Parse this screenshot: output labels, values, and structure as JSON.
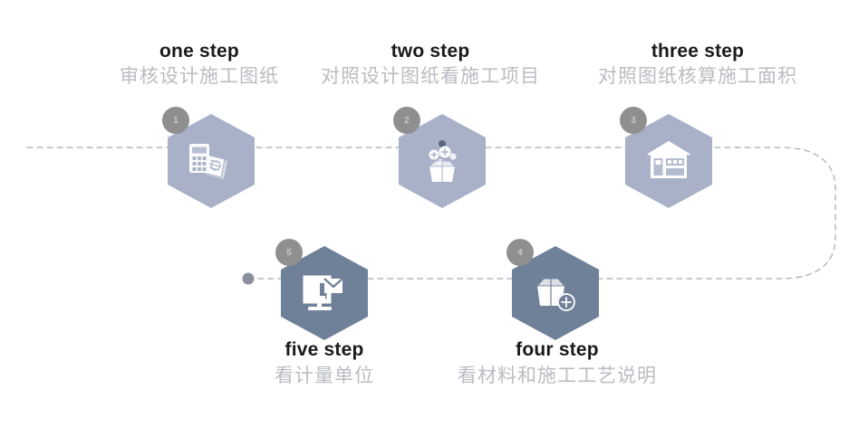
{
  "diagram": {
    "title_text_color": "#1a1a1a",
    "subtitle_text_color": "#b9bcc2",
    "accent_light": "#a8b1c8",
    "accent_dark": "#6f8099",
    "badge_color": "#8f8f8f",
    "connector_color": "#9aa0ad",
    "background": "#ffffff"
  },
  "steps": [
    {
      "number": "1",
      "title": "one step",
      "subtitle": "审核设计施工图纸",
      "icon": "calculator-documents-icon",
      "hex_color": "#a8b1c8",
      "caption_position": "above"
    },
    {
      "number": "2",
      "title": "two step",
      "subtitle": "对照设计图纸看施工项目",
      "icon": "open-box-plus-bubbles-icon",
      "hex_color": "#a8b1c8",
      "caption_position": "above"
    },
    {
      "number": "3",
      "title": "three step",
      "subtitle": "对照图纸核算施工面积",
      "icon": "house-storefront-icon",
      "hex_color": "#a8b1c8",
      "caption_position": "above"
    },
    {
      "number": "4",
      "title": "four step",
      "subtitle": "看材料和施工工艺说明",
      "icon": "open-box-add-icon",
      "hex_color": "#6f8099",
      "caption_position": "below"
    },
    {
      "number": "5",
      "title": "five step",
      "subtitle": "看计量单位",
      "icon": "monitor-envelope-icon",
      "hex_color": "#6f8099",
      "caption_position": "below"
    }
  ]
}
